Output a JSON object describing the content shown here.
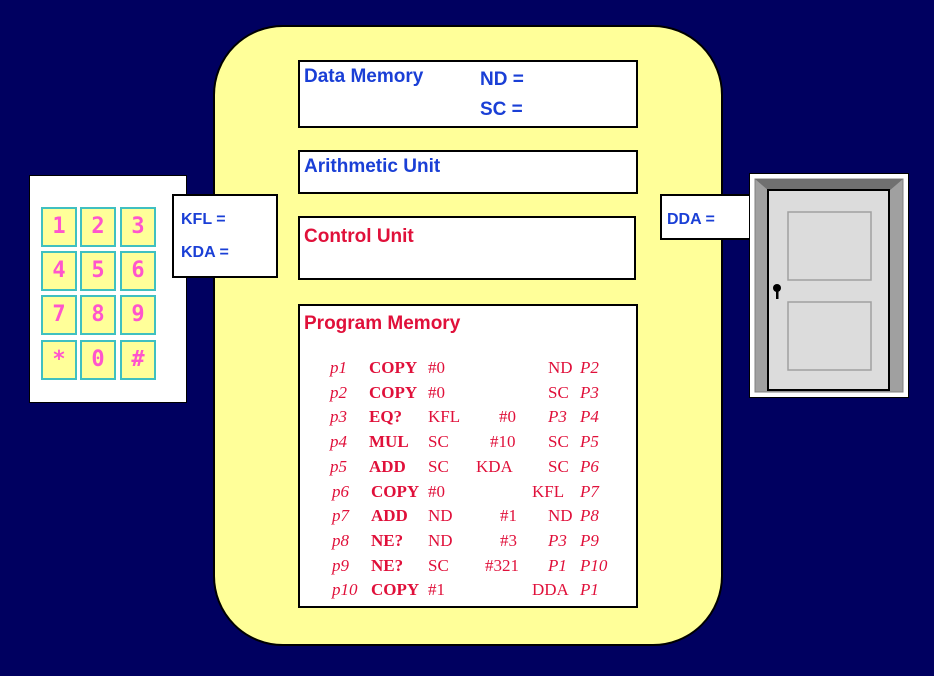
{
  "data_memory": {
    "title": "Data Memory",
    "nd_label": "ND =",
    "sc_label": "SC ="
  },
  "arithmetic_unit": {
    "title": "Arithmetic Unit"
  },
  "control_unit": {
    "title": "Control Unit"
  },
  "input_registers": {
    "kfl": "KFL =",
    "kda": "KDA ="
  },
  "output_register": {
    "dda": "DDA ="
  },
  "keypad": {
    "keys": [
      "1",
      "2",
      "3",
      "4",
      "5",
      "6",
      "7",
      "8",
      "9",
      "*",
      "0",
      "#"
    ]
  },
  "program_memory": {
    "title": "Program Memory",
    "rows": [
      {
        "label": "p1",
        "op": "COPY",
        "a": "#0",
        "b": "",
        "dest": "ND",
        "next": "P2"
      },
      {
        "label": "p2",
        "op": "COPY",
        "a": "#0",
        "b": "",
        "dest": "SC",
        "next": "P3"
      },
      {
        "label": "p3",
        "op": "EQ?",
        "a": "KFL",
        "b": "#0",
        "dest": "P3",
        "next": "P4",
        "dest_italic": true
      },
      {
        "label": "p4",
        "op": "MUL",
        "a": "SC",
        "b": "#10",
        "dest": "SC",
        "next": "P5"
      },
      {
        "label": "p5",
        "op": "ADD",
        "a": "SC",
        "b": "KDA",
        "dest": "SC",
        "next": "P6"
      },
      {
        "label": "p6",
        "op": "COPY",
        "a": "#0",
        "b": "",
        "dest": "KFL",
        "next": "P7"
      },
      {
        "label": "p7",
        "op": "ADD",
        "a": "ND",
        "b": "#1",
        "dest": "ND",
        "next": "P8"
      },
      {
        "label": "p8",
        "op": "NE?",
        "a": "ND",
        "b": "#3",
        "dest": "P3",
        "next": "P9",
        "dest_italic": true
      },
      {
        "label": "p9",
        "op": "NE?",
        "a": "SC",
        "b": "#321",
        "dest": "P1",
        "next": "P10",
        "dest_italic": true
      },
      {
        "label": "p10",
        "op": "COPY",
        "a": "#1",
        "b": "",
        "dest": "DDA",
        "next": "P1"
      }
    ]
  },
  "colors": {
    "background": "#000060",
    "cpu": "#ffff99",
    "blue_text": "#1a3fd6",
    "red_text": "#e0103a",
    "key_text": "#ff55cc",
    "key_border": "#40c0c0"
  }
}
